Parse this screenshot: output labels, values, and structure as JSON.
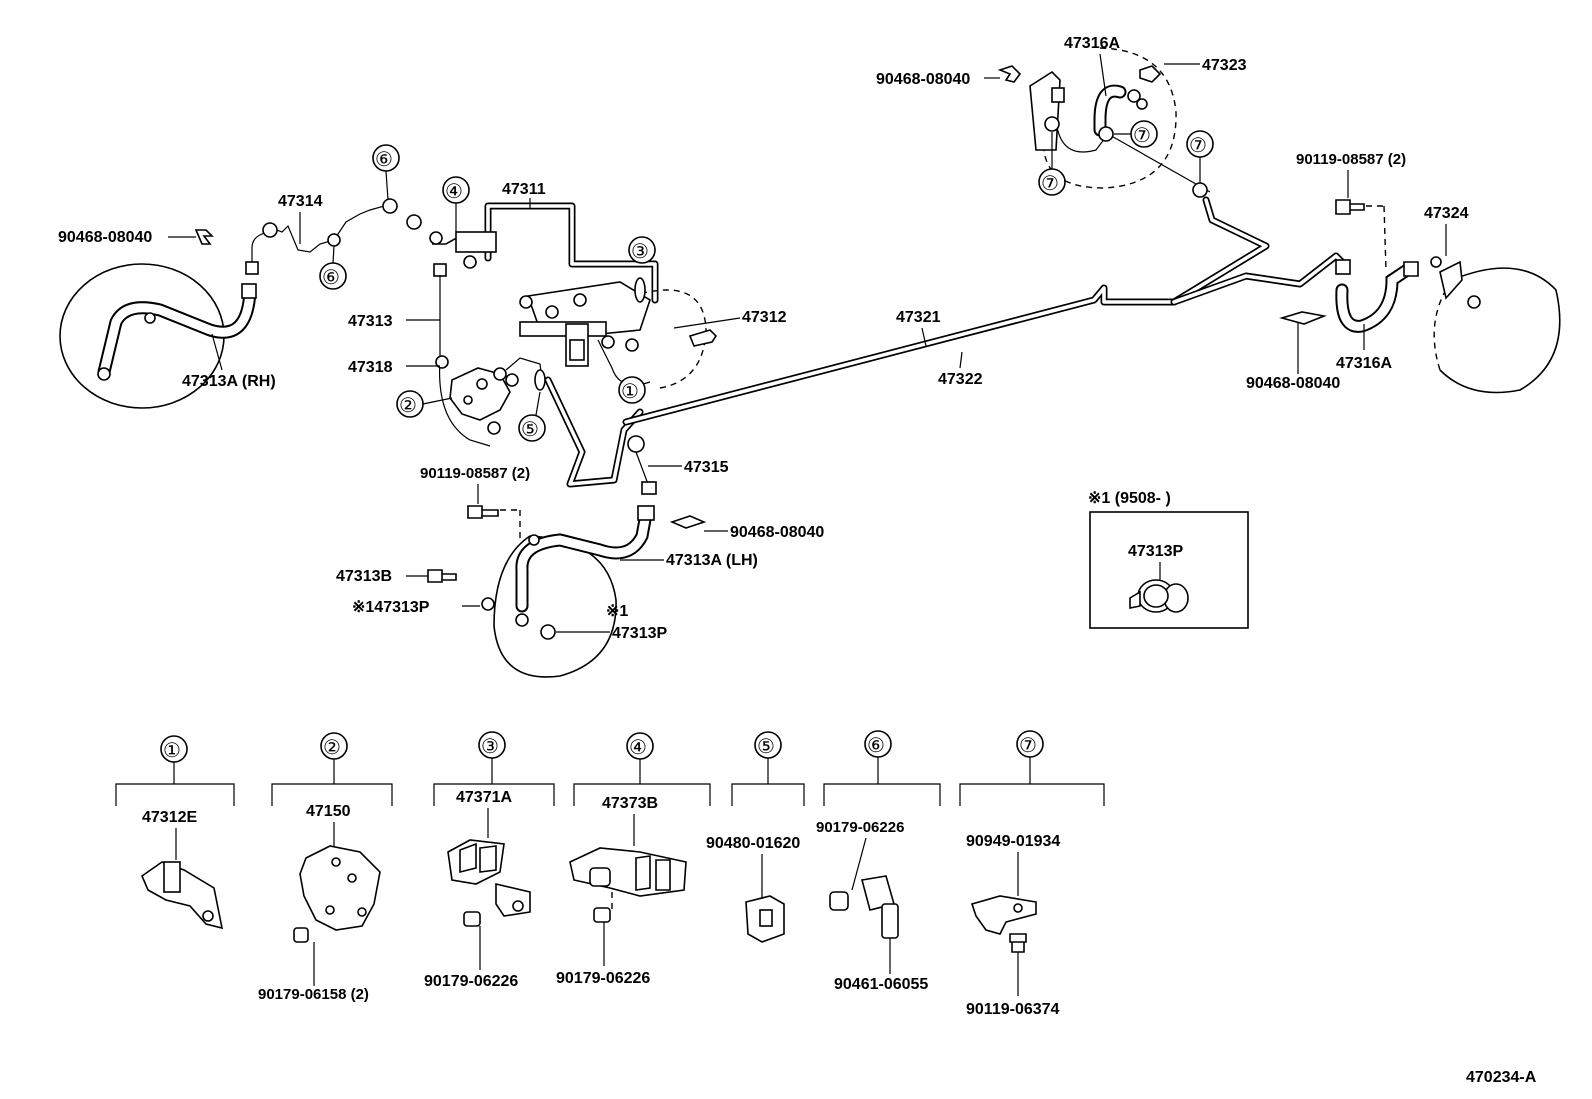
{
  "diagram_id": "470234-A",
  "labels": {
    "l_47311": "47311",
    "l_47312": "47312",
    "l_47313": "47313",
    "l_47313a_rh": "47313A (RH)",
    "l_47313a_lh": "47313A (LH)",
    "l_47313b": "47313B",
    "l_47313p_a": "※147313P",
    "l_47313p_b": "47313P",
    "l_47314": "47314",
    "l_47315": "47315",
    "l_47316a_top": "47316A",
    "l_47316a_right": "47316A",
    "l_47318": "47318",
    "l_47321": "47321",
    "l_47322": "47322",
    "l_47323": "47323",
    "l_47324": "47324",
    "l_clip_left": "90468-08040",
    "l_clip_top": "90468-08040",
    "l_clip_right": "90468-08040",
    "l_clip_center": "90468-08040",
    "l_bolt_center": "90119-08587 (2)",
    "l_bolt_right": "90119-08587 (2)",
    "l_note1": "※1",
    "l_note1_b": "※1",
    "l_inset_title": "※1  (9508-        )",
    "l_inset_part": "47313P"
  },
  "callouts": {
    "c1": "①",
    "c2": "②",
    "c3": "③",
    "c4": "④",
    "c5": "⑤",
    "c6": "⑥",
    "c7": "⑦"
  },
  "detail_groups": [
    {
      "num": "①",
      "part": "47312E",
      "subparts": []
    },
    {
      "num": "②",
      "part": "47150",
      "subparts": [
        "90179-06158 (2)"
      ]
    },
    {
      "num": "③",
      "part": "47371A",
      "subparts": [
        "90179-06226"
      ]
    },
    {
      "num": "④",
      "part": "47373B",
      "subparts": [
        "90179-06226"
      ]
    },
    {
      "num": "⑤",
      "part": "90480-01620",
      "subparts": []
    },
    {
      "num": "⑥",
      "part": "90179-06226",
      "subparts": [
        "90461-06055"
      ]
    },
    {
      "num": "⑦",
      "part": "90949-01934",
      "subparts": [
        "90119-06374"
      ]
    }
  ]
}
